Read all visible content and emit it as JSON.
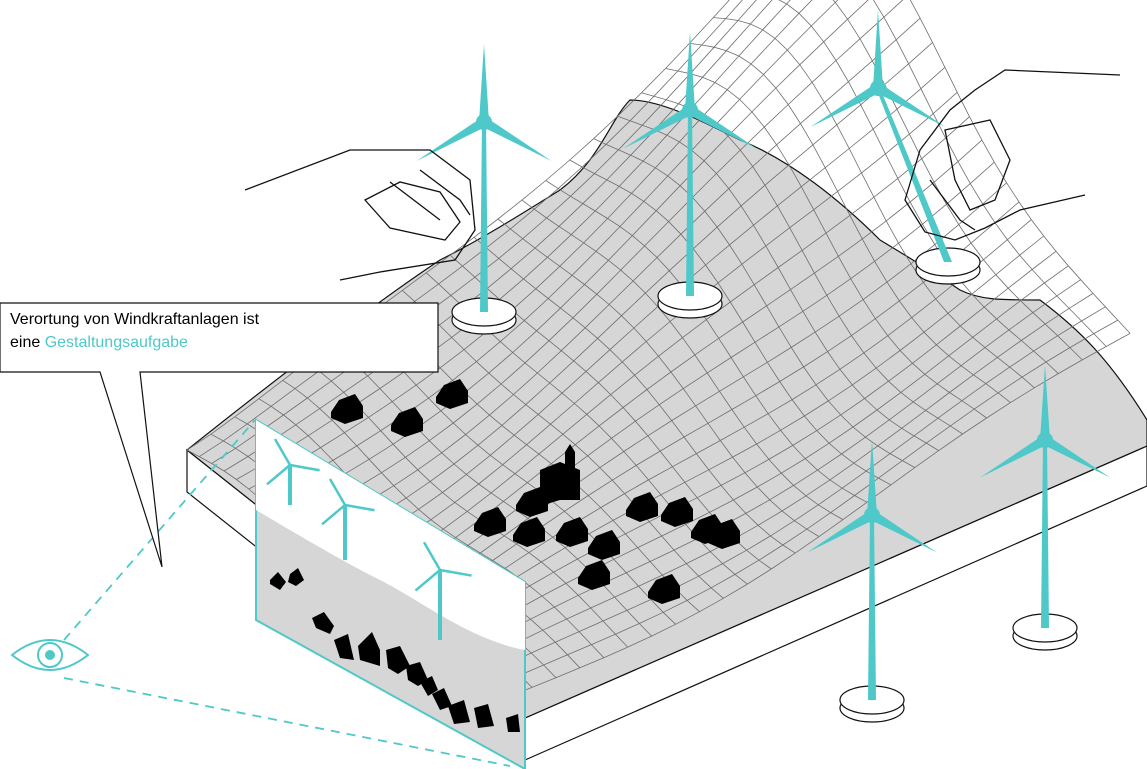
{
  "callout": {
    "line1": "Verortung von Windkraftanlagen ist",
    "line2_prefix": "eine ",
    "line2_highlight": "Gestaltungsaufgabe"
  },
  "colors": {
    "turbine": "#4ec8c8",
    "terrain": "#d6d6d6",
    "grid": "#6e6e6e",
    "outline": "#111111",
    "houses": "#000000",
    "background": "#ffffff"
  },
  "icons": {
    "viewer": "eye-icon",
    "turbine": "wind-turbine-icon",
    "building": "house-icon",
    "church": "church-icon",
    "hand": "hand-icon"
  }
}
